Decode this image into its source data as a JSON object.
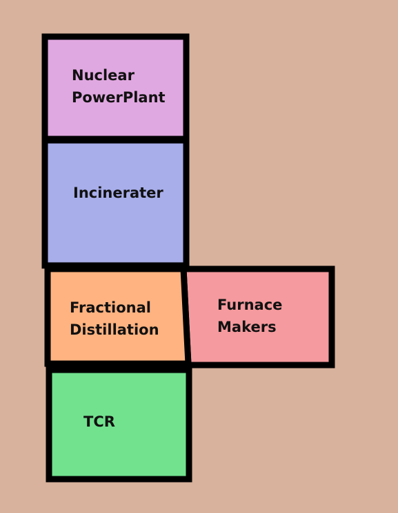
{
  "background": "#d8b29c",
  "border_color": "#000000",
  "blocks": [
    {
      "id": "nuclear",
      "lines": [
        "Nuclear",
        "PowerPlant"
      ],
      "color": "#e0a8e0"
    },
    {
      "id": "incinerater",
      "lines": [
        "Incinerater"
      ],
      "color": "#a8aeea"
    },
    {
      "id": "fractional",
      "lines": [
        "Fractional",
        "Distillation"
      ],
      "color": "#ffb380"
    },
    {
      "id": "furnace",
      "lines": [
        "Furnace",
        "Makers"
      ],
      "color": "#f59a9e"
    },
    {
      "id": "tcr",
      "lines": [
        "TCR"
      ],
      "color": "#72e28f"
    }
  ]
}
